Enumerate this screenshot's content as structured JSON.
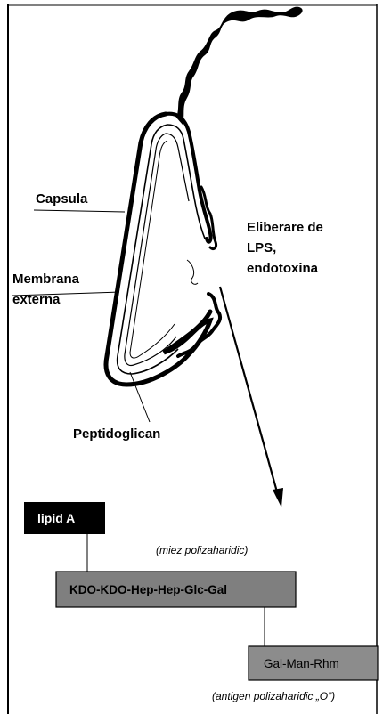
{
  "labels": {
    "capsula": "Capsula",
    "membrana_line1": "Membrana",
    "membrana_line2": "externa",
    "eliberare_line1": "Eliberare de",
    "eliberare_line2": "LPS,",
    "eliberare_line3": "endotoxina",
    "peptidoglican": "Peptidoglican"
  },
  "lps": {
    "lipid_a": "lipid A",
    "core_caption": "(miez polizaharidic)",
    "core_chain": "KDO-KDO-Hep-Hep-Glc-Gal",
    "o_chain": "Gal-Man-Rhm",
    "o_caption": "(antigen polizaharidic „O”)"
  },
  "colors": {
    "lipid_a_fill": "#000000",
    "core_fill": "#808080",
    "o_chain_fill": "#8c8c8c",
    "outline": "#000000"
  }
}
